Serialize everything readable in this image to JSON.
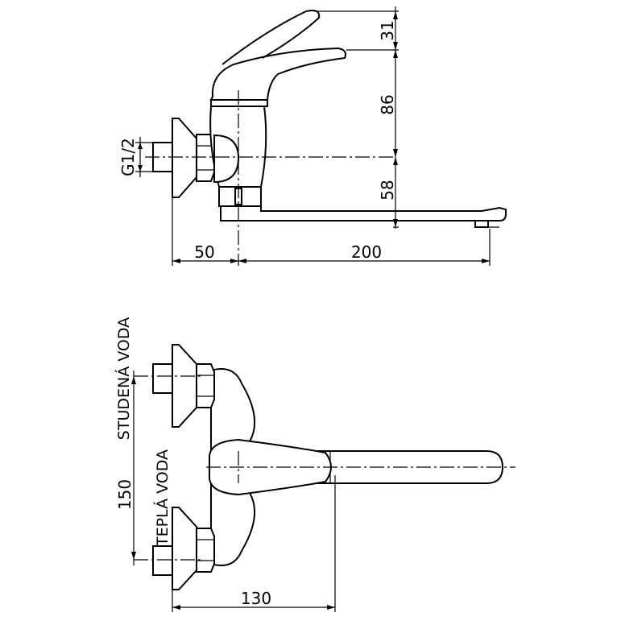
{
  "colors": {
    "line": "#000000",
    "background": "#ffffff"
  },
  "side_view": {
    "dim_lever_rise": "31",
    "dim_body_height": "86",
    "dim_spout_height": "58",
    "dim_thread": "G1/2",
    "dim_projection": "50",
    "dim_spout_length": "200"
  },
  "top_view": {
    "label_cold": "STUDENÁ VODA",
    "label_hot": "TEPLÁ VODA",
    "dim_spacing": "150",
    "dim_depth": "130"
  }
}
